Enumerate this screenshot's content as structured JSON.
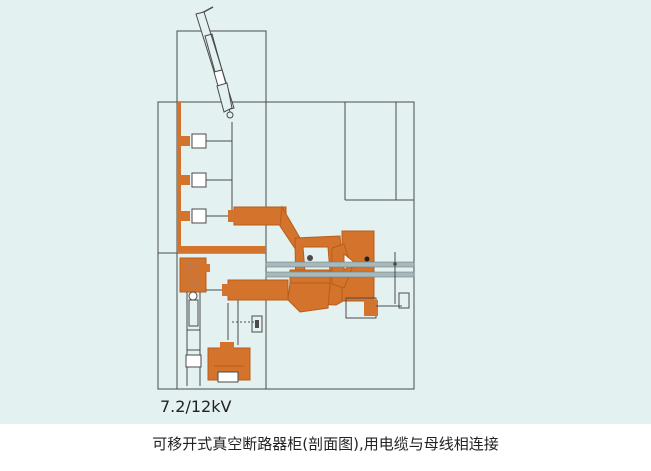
{
  "figure": {
    "rating_label": "7.2/12kV",
    "caption": "可移开式真空断路器柜(剖面图),用电缆与母线相连接"
  },
  "colors": {
    "background": "#e3f1f1",
    "outline": "#4a4a4a",
    "component_orange": "#d4732b",
    "component_orange_dark": "#b85d1c",
    "busbar_steel": "#a9b9bb",
    "hatch": "#8a8a8a"
  },
  "components": [
    "cabinet-outline",
    "top-cable-compartment",
    "inclined-cable-termination",
    "busbar-bushings",
    "circuit-breaker-truck",
    "vacuum-interrupter",
    "operating-mechanism",
    "lower-contacts",
    "earthing-switch",
    "current-transformer",
    "cable-connection"
  ]
}
